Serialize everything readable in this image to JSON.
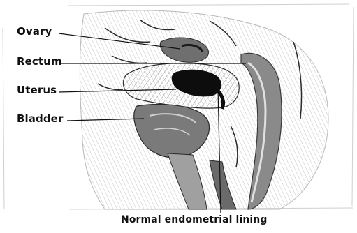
{
  "labels": {
    "ovary": "Ovary",
    "rectum": "Rectum",
    "uterus": "Uterus",
    "bladder": "Bladder",
    "lining": "Normal endometrial lining"
  },
  "colors": {
    "ink": "#111111",
    "tissue": "#7a7a7a",
    "light_tissue": "#c9c9c9",
    "dark_fill": "#0d0d0d"
  }
}
